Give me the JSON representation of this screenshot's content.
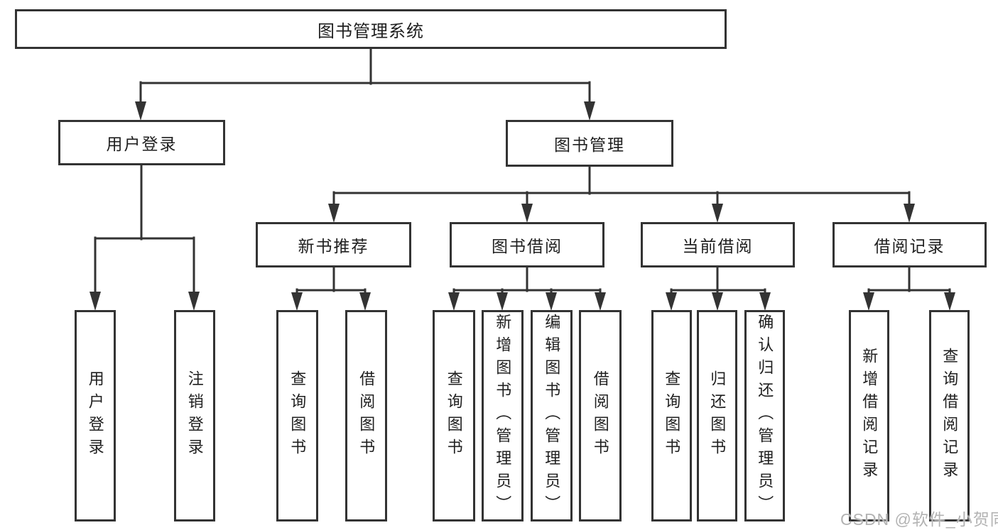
{
  "diagram": {
    "title": "图书管理系统",
    "level2": {
      "user_login": "用户登录",
      "book_mgmt": "图书管理"
    },
    "level3": {
      "new_books": "新书推荐",
      "borrowing": "图书借阅",
      "current": "当前借阅",
      "records": "借阅记录"
    },
    "leaves": {
      "user_login": [
        "用户登录",
        "注销登录"
      ],
      "new_books": [
        "查询图书",
        "借阅图书"
      ],
      "borrowing": [
        "查询图书",
        "新增图书（管理员）",
        "编辑图书（管理员）",
        "借阅图书"
      ],
      "current": [
        "查询图书",
        "归还图书",
        "确认归还（管理员）"
      ],
      "records": [
        "新增借阅记录",
        "查询借阅记录"
      ]
    },
    "watermark": "CSDN @软件_小贺同学",
    "colors": {
      "line": "#333333",
      "text": "#1f1f1f",
      "watermark": "#b3b3b3",
      "background": "#ffffff"
    }
  }
}
